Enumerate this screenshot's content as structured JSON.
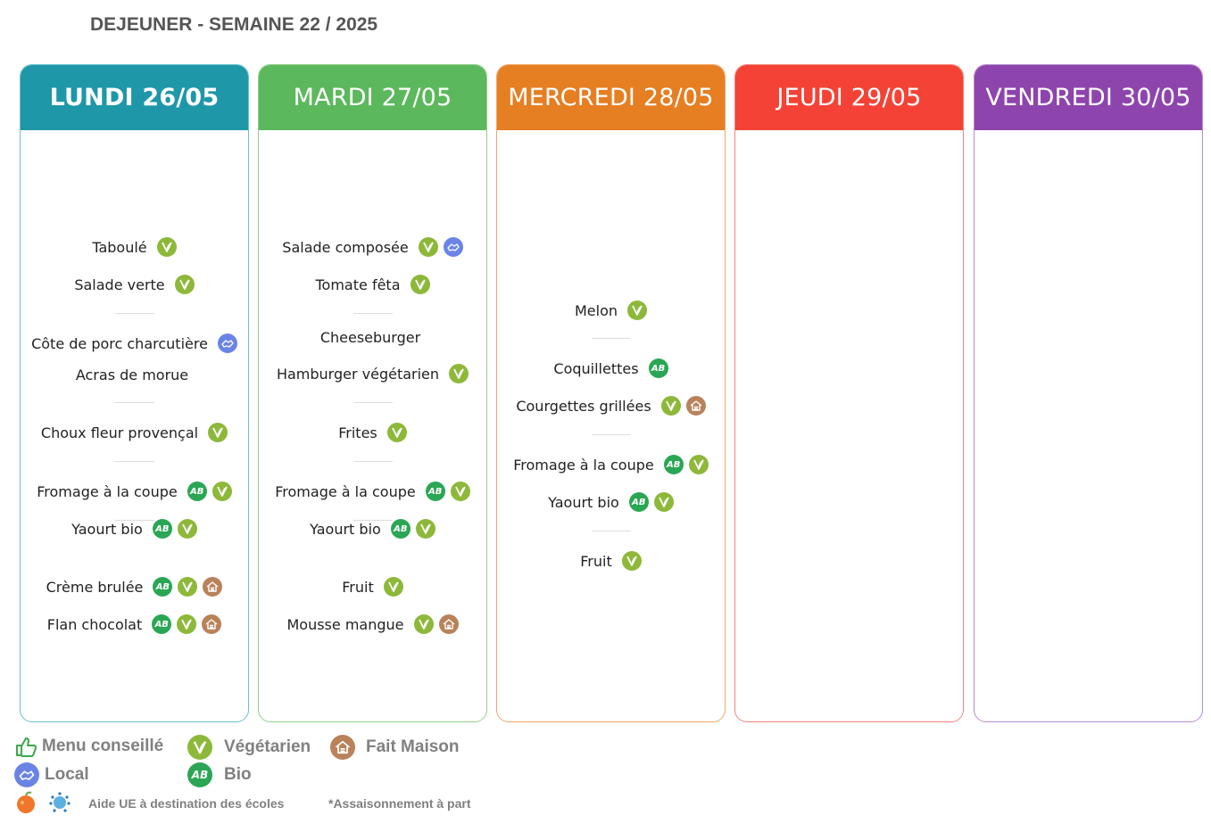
{
  "title": "DEJEUNER - SEMAINE 22 / 2025",
  "colors": {
    "monday": "#1e97a9",
    "tuesday": "#5cb85c",
    "wednesday": "#e67e22",
    "thursday": "#f44336",
    "friday": "#8e44ad"
  },
  "days": [
    {
      "label": "LUNDI 26/05",
      "items": [
        {
          "name": "Taboulé",
          "icons": [
            "vegetarian-icon"
          ]
        },
        {
          "name": "Salade verte",
          "icons": [
            "vegetarian-icon"
          ]
        },
        {
          "name": "Côte de porc charcutière",
          "icons": [
            "local-icon"
          ]
        },
        {
          "name": "Acras de morue",
          "icons": []
        },
        {
          "name": "Choux fleur provençal",
          "icons": [
            "vegetarian-icon"
          ]
        },
        {
          "name": "Fromage à la coupe",
          "icons": [
            "bio-icon",
            "vegetarian-icon"
          ]
        },
        {
          "name": "Yaourt bio",
          "icons": [
            "bio-icon",
            "vegetarian-icon"
          ]
        },
        {
          "name": "Crème brulée",
          "icons": [
            "bio-icon",
            "vegetarian-icon",
            "fait-maison-icon"
          ]
        },
        {
          "name": "Flan chocolat",
          "icons": [
            "bio-icon",
            "vegetarian-icon",
            "fait-maison-icon"
          ]
        }
      ]
    },
    {
      "label": "MARDI 27/05",
      "items": [
        {
          "name": "Salade composée",
          "icons": [
            "vegetarian-icon",
            "local-icon"
          ]
        },
        {
          "name": "Tomate fêta",
          "icons": [
            "vegetarian-icon"
          ]
        },
        {
          "name": "Cheeseburger",
          "icons": []
        },
        {
          "name": "Hamburger végétarien",
          "icons": [
            "vegetarian-icon"
          ]
        },
        {
          "name": "Frites",
          "icons": [
            "vegetarian-icon"
          ]
        },
        {
          "name": "Fromage à la coupe",
          "icons": [
            "bio-icon",
            "vegetarian-icon"
          ]
        },
        {
          "name": "Yaourt bio",
          "icons": [
            "bio-icon",
            "vegetarian-icon"
          ]
        },
        {
          "name": "Fruit",
          "icons": [
            "vegetarian-icon"
          ]
        },
        {
          "name": "Mousse mangue",
          "icons": [
            "vegetarian-icon",
            "fait-maison-icon"
          ]
        }
      ]
    },
    {
      "label": "MERCREDI 28/05",
      "items": [
        {
          "name": "Melon",
          "icons": [
            "vegetarian-icon"
          ]
        },
        {
          "name": "Coquillettes",
          "icons": [
            "bio-icon"
          ]
        },
        {
          "name": "Courgettes grillées",
          "icons": [
            "vegetarian-icon",
            "fait-maison-icon"
          ]
        },
        {
          "name": "Fromage à la coupe",
          "icons": [
            "bio-icon",
            "vegetarian-icon"
          ]
        },
        {
          "name": "Yaourt bio",
          "icons": [
            "bio-icon",
            "vegetarian-icon"
          ]
        },
        {
          "name": "Fruit",
          "icons": [
            "vegetarian-icon"
          ]
        }
      ]
    },
    {
      "label": "JEUDI 29/05",
      "items": []
    },
    {
      "label": "VENDREDI 30/05",
      "items": []
    }
  ],
  "legend": {
    "menu_conseille": "Menu conseillé",
    "vegetarien": "Végétarien",
    "fait_maison": "Fait Maison",
    "local": "Local",
    "bio": "Bio"
  },
  "footer": {
    "aide_ue": "Aide UE à destination des écoles",
    "assaisonnement": "*Assaisonnement à part"
  }
}
